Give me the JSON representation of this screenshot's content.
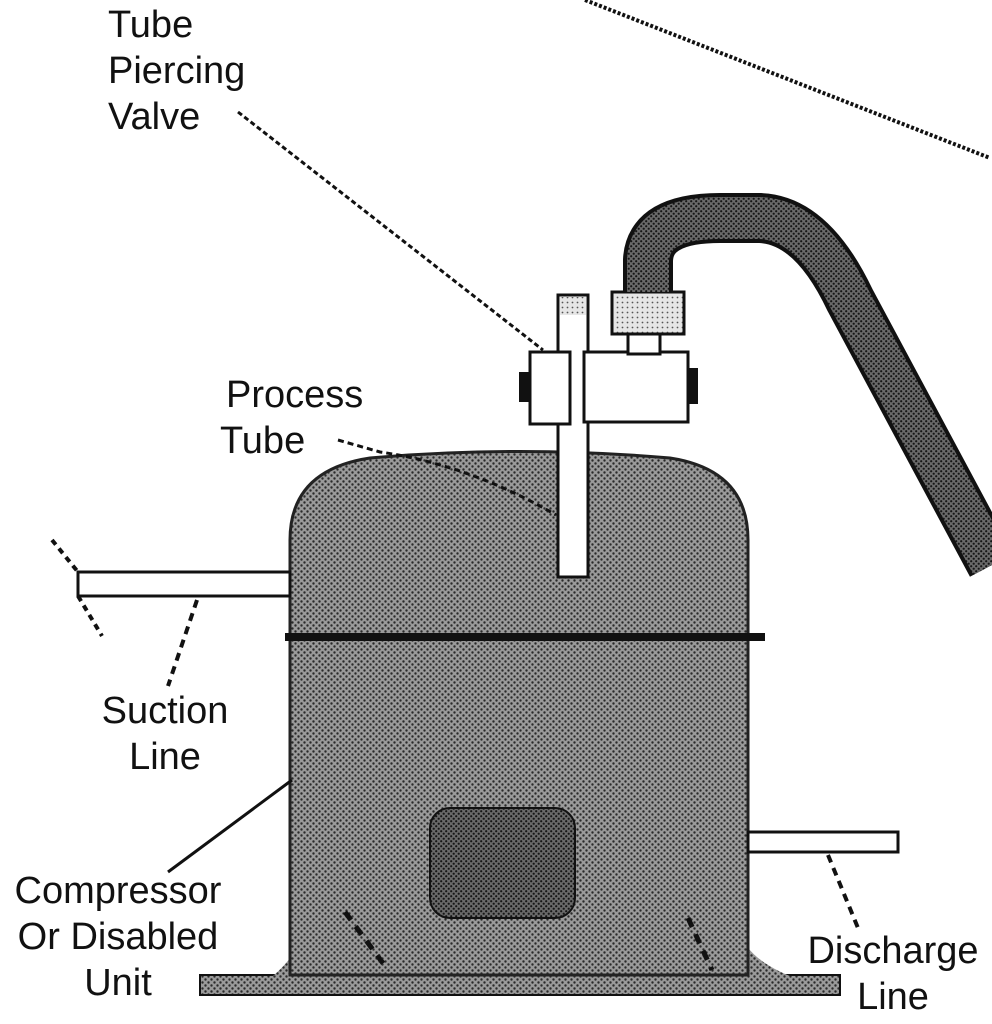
{
  "labels": {
    "tube_piercing_valve": [
      "Tube",
      "Piercing",
      "Valve"
    ],
    "process_tube": [
      "Process",
      "Tube"
    ],
    "suction_line": [
      "Suction",
      "Line"
    ],
    "compressor": [
      "Compressor",
      "Or Disabled",
      "Unit"
    ],
    "discharge_line": [
      "Discharge",
      "Line"
    ]
  },
  "colors": {
    "ink": "#111111",
    "shell_fill": "#8a8a8a",
    "hose_fill": "#555555",
    "paper": "#ffffff"
  }
}
